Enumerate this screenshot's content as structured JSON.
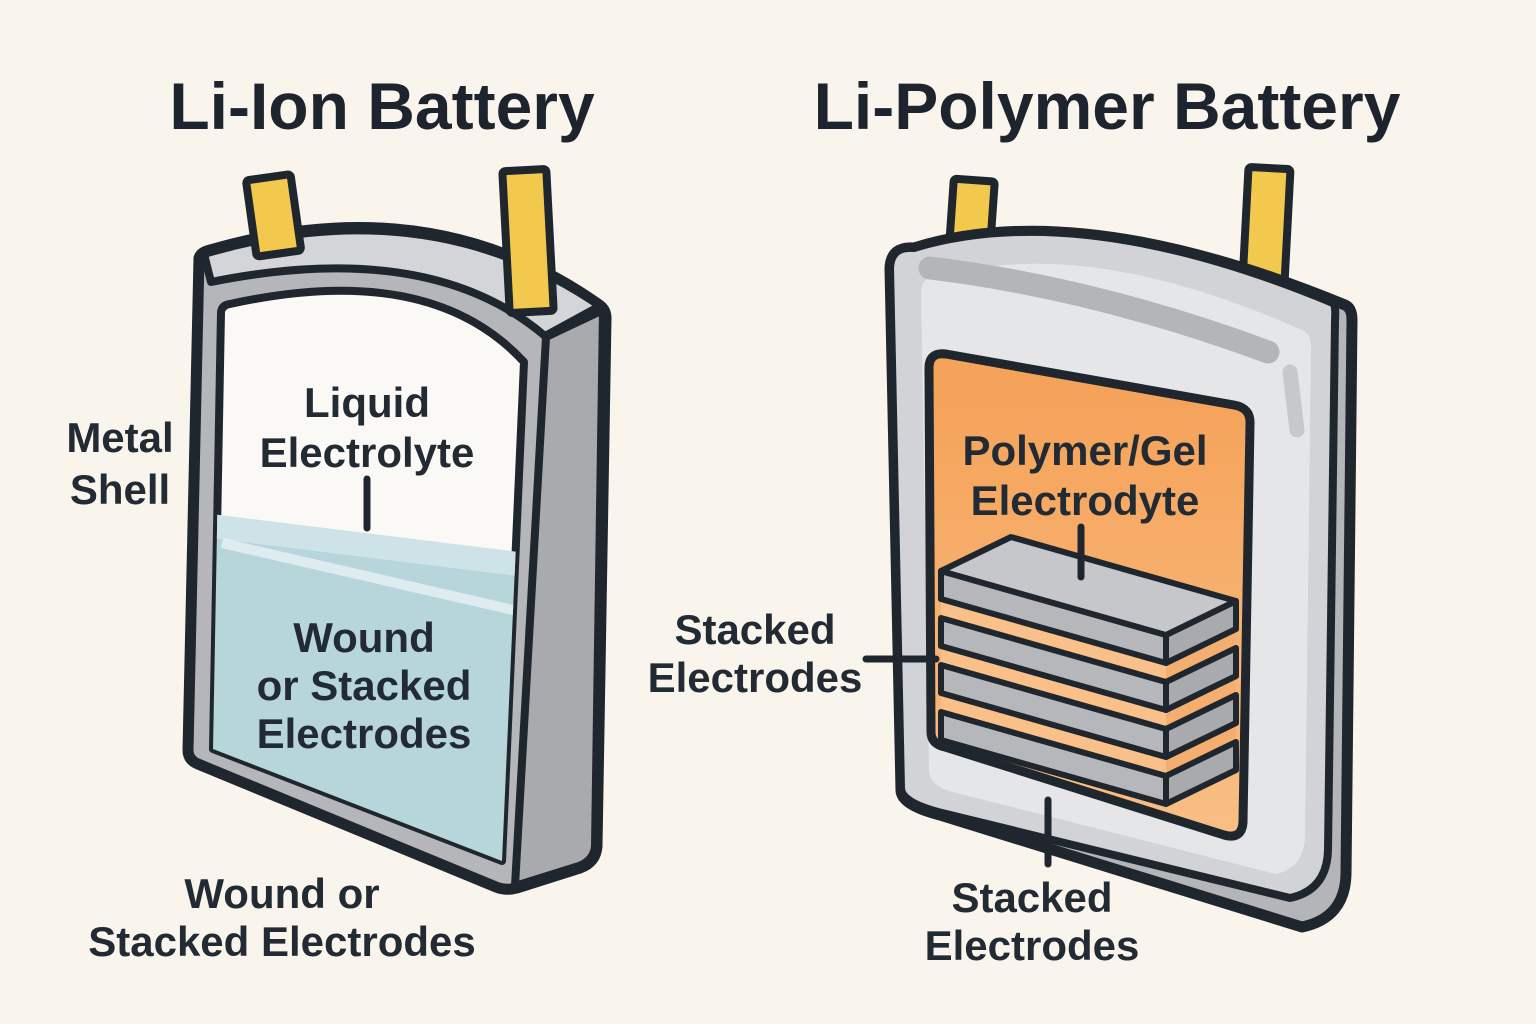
{
  "palette": {
    "background": "#f9f5ec",
    "ink": "#20262e",
    "text": "#222a34",
    "tab_yellow": "#f2c84d",
    "shell_front": "#b4b6b9",
    "shell_top": "#d4d5d8",
    "shell_side": "#a8aaad",
    "interior_white": "#fbf9f5",
    "electrolyte_blue": "#b7d6db",
    "electrolyte_surface": "#cde3e7",
    "pouch_front": "#d2d3d6",
    "pouch_inner": "#e5e6e8",
    "pouch_side": "#b3b5b8",
    "polymer_orange": "#f5a35a",
    "polymer_orange_light": "#f8bf85",
    "electrode_gray": "#b5b7ba",
    "electrode_gray_dark": "#a8aaad",
    "electrode_gray_top": "#c6c7ca",
    "electrode_gap_orange": "#f9c189"
  },
  "left": {
    "title": "Li-Ion Battery",
    "shell_label": [
      "Metal",
      "Shell"
    ],
    "electrolyte_label": [
      "Liquid",
      "Electrolyte"
    ],
    "inner_label": [
      "Wound",
      "or Stacked",
      "Electrodes"
    ],
    "bottom_label": [
      "Wound or",
      "Stacked Electrodes"
    ]
  },
  "right": {
    "title": "Li-Polymer Battery",
    "electrolyte_label": [
      "Polymer/Gel",
      "Electrodyte"
    ],
    "side_label": [
      "Stacked",
      "Electrodes"
    ],
    "bottom_label": [
      "Stacked",
      "Electrodes"
    ]
  }
}
